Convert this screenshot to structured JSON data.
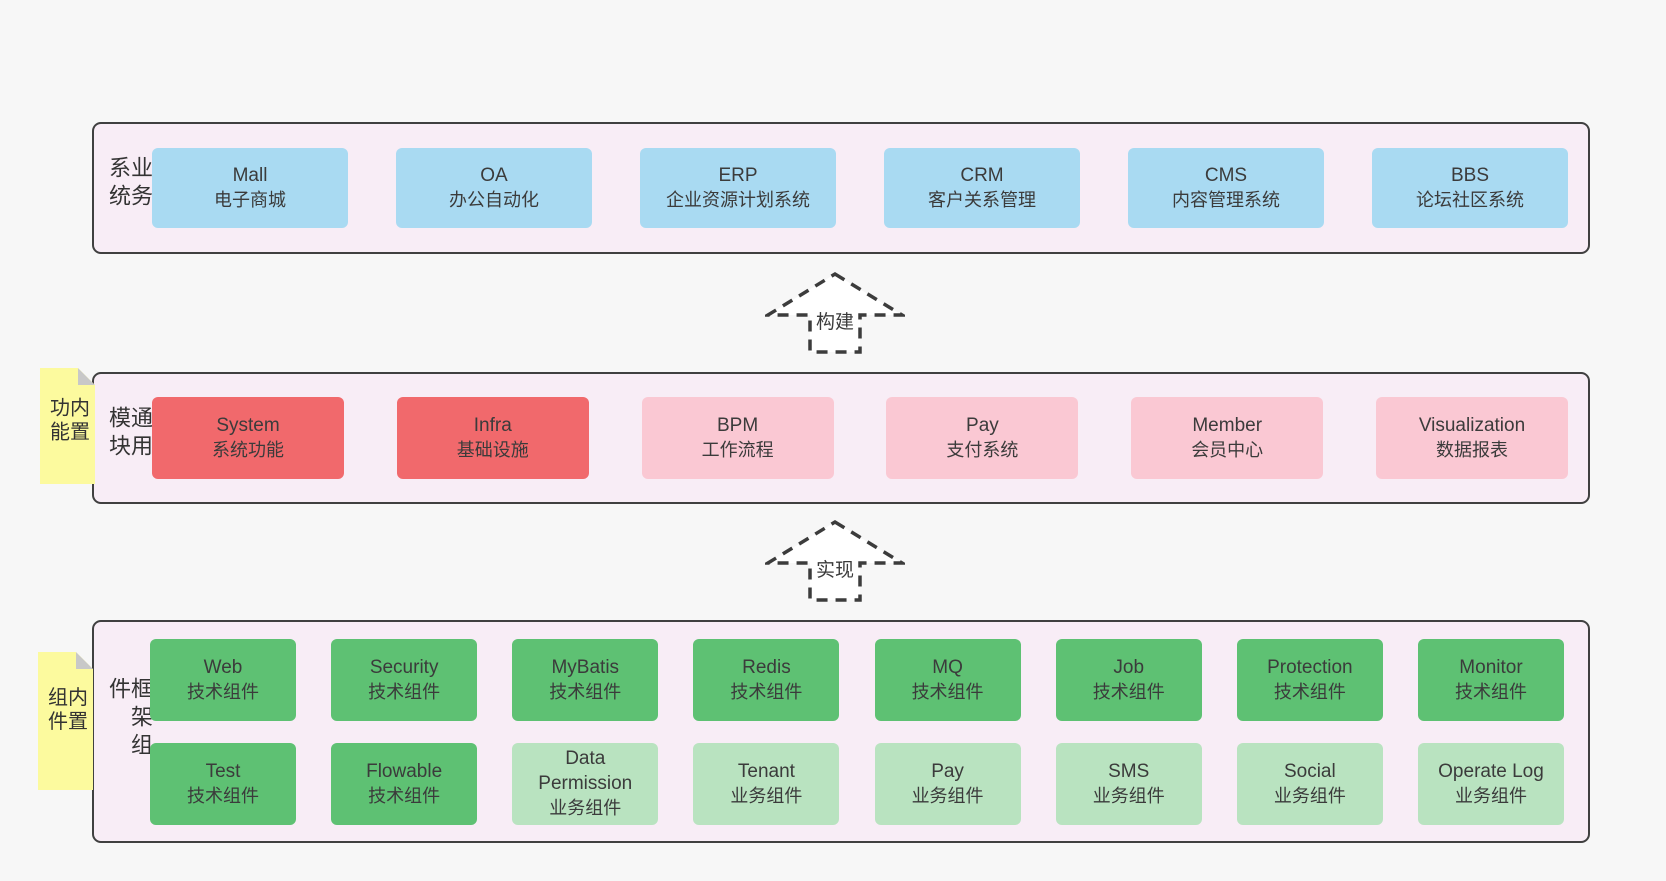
{
  "colors": {
    "page_bg": "#f7f7f7",
    "layer_bg": "#f8edf6",
    "layer_border": "#404040",
    "blue_box": "#a9daf2",
    "red_box": "#f1696c",
    "pink_box": "#fac8d3",
    "green_box": "#5ec173",
    "light_green_box": "#b9e3c0",
    "sticky_note_bg": "#fcfa9e",
    "note_fold": "#c8c8c8",
    "text": "#3b3b3b",
    "arrow_dash": "#3c3c3c"
  },
  "arrows": [
    {
      "id": "build",
      "label": "构建"
    },
    {
      "id": "implement",
      "label": "实现"
    }
  ],
  "layers": {
    "business": {
      "label": "业务系统",
      "boxes": [
        {
          "name": "Mall",
          "desc": "电子商城",
          "type": "blue"
        },
        {
          "name": "OA",
          "desc": "办公自动化",
          "type": "blue"
        },
        {
          "name": "ERP",
          "desc": "企业资源计划系统",
          "type": "blue"
        },
        {
          "name": "CRM",
          "desc": "客户关系管理",
          "type": "blue"
        },
        {
          "name": "CMS",
          "desc": "内容管理系统",
          "type": "blue"
        },
        {
          "name": "BBS",
          "desc": "论坛社区系统",
          "type": "blue"
        }
      ]
    },
    "modules": {
      "label": "通用模块",
      "note": "内置功能",
      "boxes": [
        {
          "name": "System",
          "desc": "系统功能",
          "type": "red"
        },
        {
          "name": "Infra",
          "desc": "基础设施",
          "type": "red"
        },
        {
          "name": "BPM",
          "desc": "工作流程",
          "type": "pink"
        },
        {
          "name": "Pay",
          "desc": "支付系统",
          "type": "pink"
        },
        {
          "name": "Member",
          "desc": "会员中心",
          "type": "pink"
        },
        {
          "name": "Visualization",
          "desc": "数据报表",
          "type": "pink"
        }
      ]
    },
    "framework": {
      "label": "框架组件",
      "note": "内置组件",
      "rows": [
        [
          {
            "name": "Web",
            "desc": "技术组件",
            "type": "green"
          },
          {
            "name": "Security",
            "desc": "技术组件",
            "type": "green"
          },
          {
            "name": "MyBatis",
            "desc": "技术组件",
            "type": "green"
          },
          {
            "name": "Redis",
            "desc": "技术组件",
            "type": "green"
          },
          {
            "name": "MQ",
            "desc": "技术组件",
            "type": "green"
          },
          {
            "name": "Job",
            "desc": "技术组件",
            "type": "green"
          },
          {
            "name": "Protection",
            "desc": "技术组件",
            "type": "green"
          },
          {
            "name": "Monitor",
            "desc": "技术组件",
            "type": "green"
          }
        ],
        [
          {
            "name": "Test",
            "desc": "技术组件",
            "type": "green"
          },
          {
            "name": "Flowable",
            "desc": "技术组件",
            "type": "green"
          },
          {
            "name": "Data Permission",
            "desc": "业务组件",
            "type": "green-light"
          },
          {
            "name": "Tenant",
            "desc": "业务组件",
            "type": "green-light"
          },
          {
            "name": "Pay",
            "desc": "业务组件",
            "type": "green-light"
          },
          {
            "name": "SMS",
            "desc": "业务组件",
            "type": "green-light"
          },
          {
            "name": "Social",
            "desc": "业务组件",
            "type": "green-light"
          },
          {
            "name": "Operate Log",
            "desc": "业务组件",
            "type": "green-light"
          }
        ]
      ]
    }
  }
}
